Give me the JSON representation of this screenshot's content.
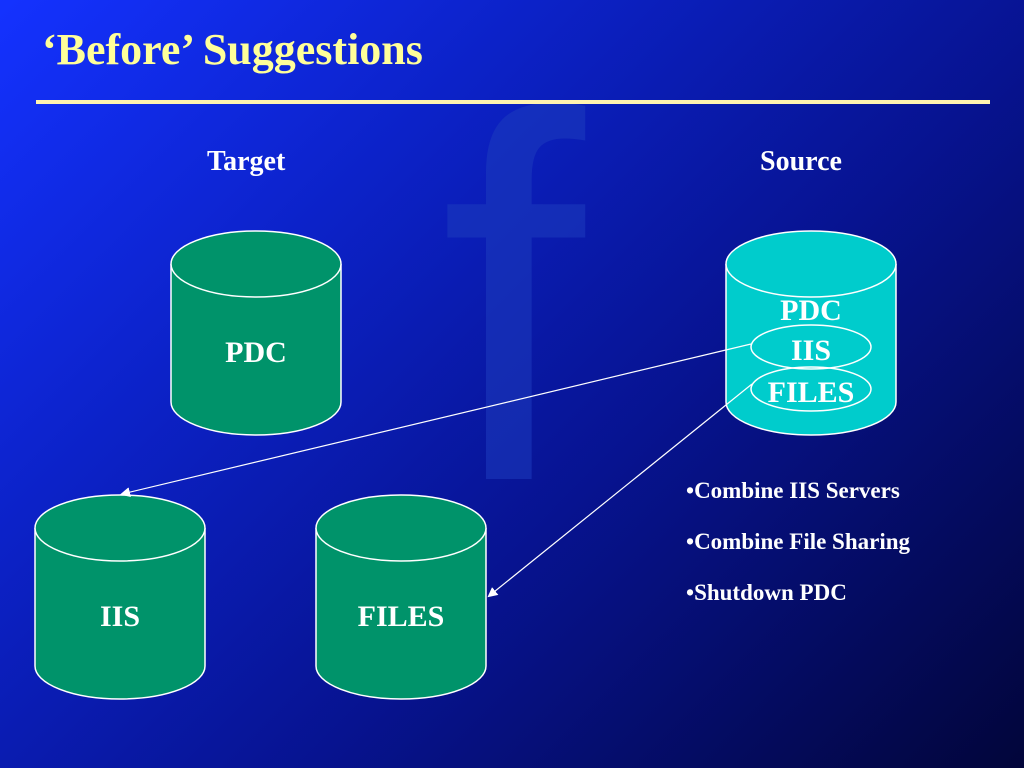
{
  "slide": {
    "title": "‘Before’ Suggestions",
    "watermark": "f"
  },
  "columns": {
    "target": "Target",
    "source": "Source"
  },
  "cylinders": {
    "target_pdc": "PDC",
    "target_iis": "IIS",
    "target_files": "FILES",
    "source_pdc": "PDC",
    "source_iis": "IIS",
    "source_files": "FILES"
  },
  "bullets": [
    "Combine IIS Servers",
    "Combine File Sharing",
    "Shutdown PDC"
  ],
  "colors": {
    "title": "#ffff99",
    "target_cylinder": "#00936a",
    "source_cylinder": "#00cccc",
    "arrow": "#ffffff"
  }
}
